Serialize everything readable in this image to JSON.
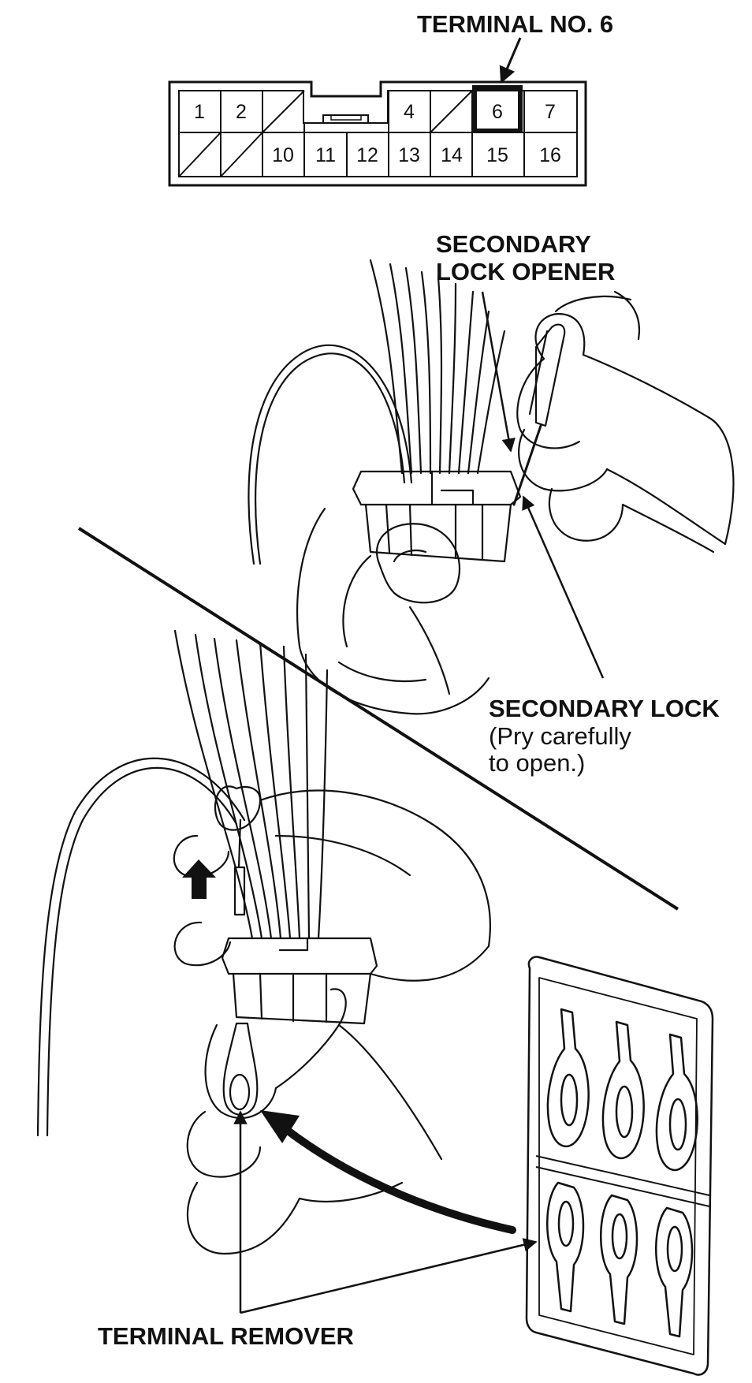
{
  "labels": {
    "terminal_no_6": "TERMINAL NO. 6",
    "secondary_lock_opener": [
      "SECONDARY",
      "LOCK OPENER"
    ],
    "secondary_lock": "SECONDARY LOCK",
    "secondary_lock_note": [
      "(Pry carefully",
      "to open.)"
    ],
    "terminal_remover": "TERMINAL REMOVER"
  },
  "connector": {
    "top_row": [
      "1",
      "2",
      "",
      "",
      "",
      "",
      "4",
      "",
      "6",
      "7"
    ],
    "bottom_row": [
      "",
      "",
      "10",
      "11",
      "12",
      "13",
      "14",
      "15",
      "16"
    ],
    "highlighted_pin": "6"
  },
  "colors": {
    "ink": "#111111",
    "paper": "#ffffff"
  }
}
